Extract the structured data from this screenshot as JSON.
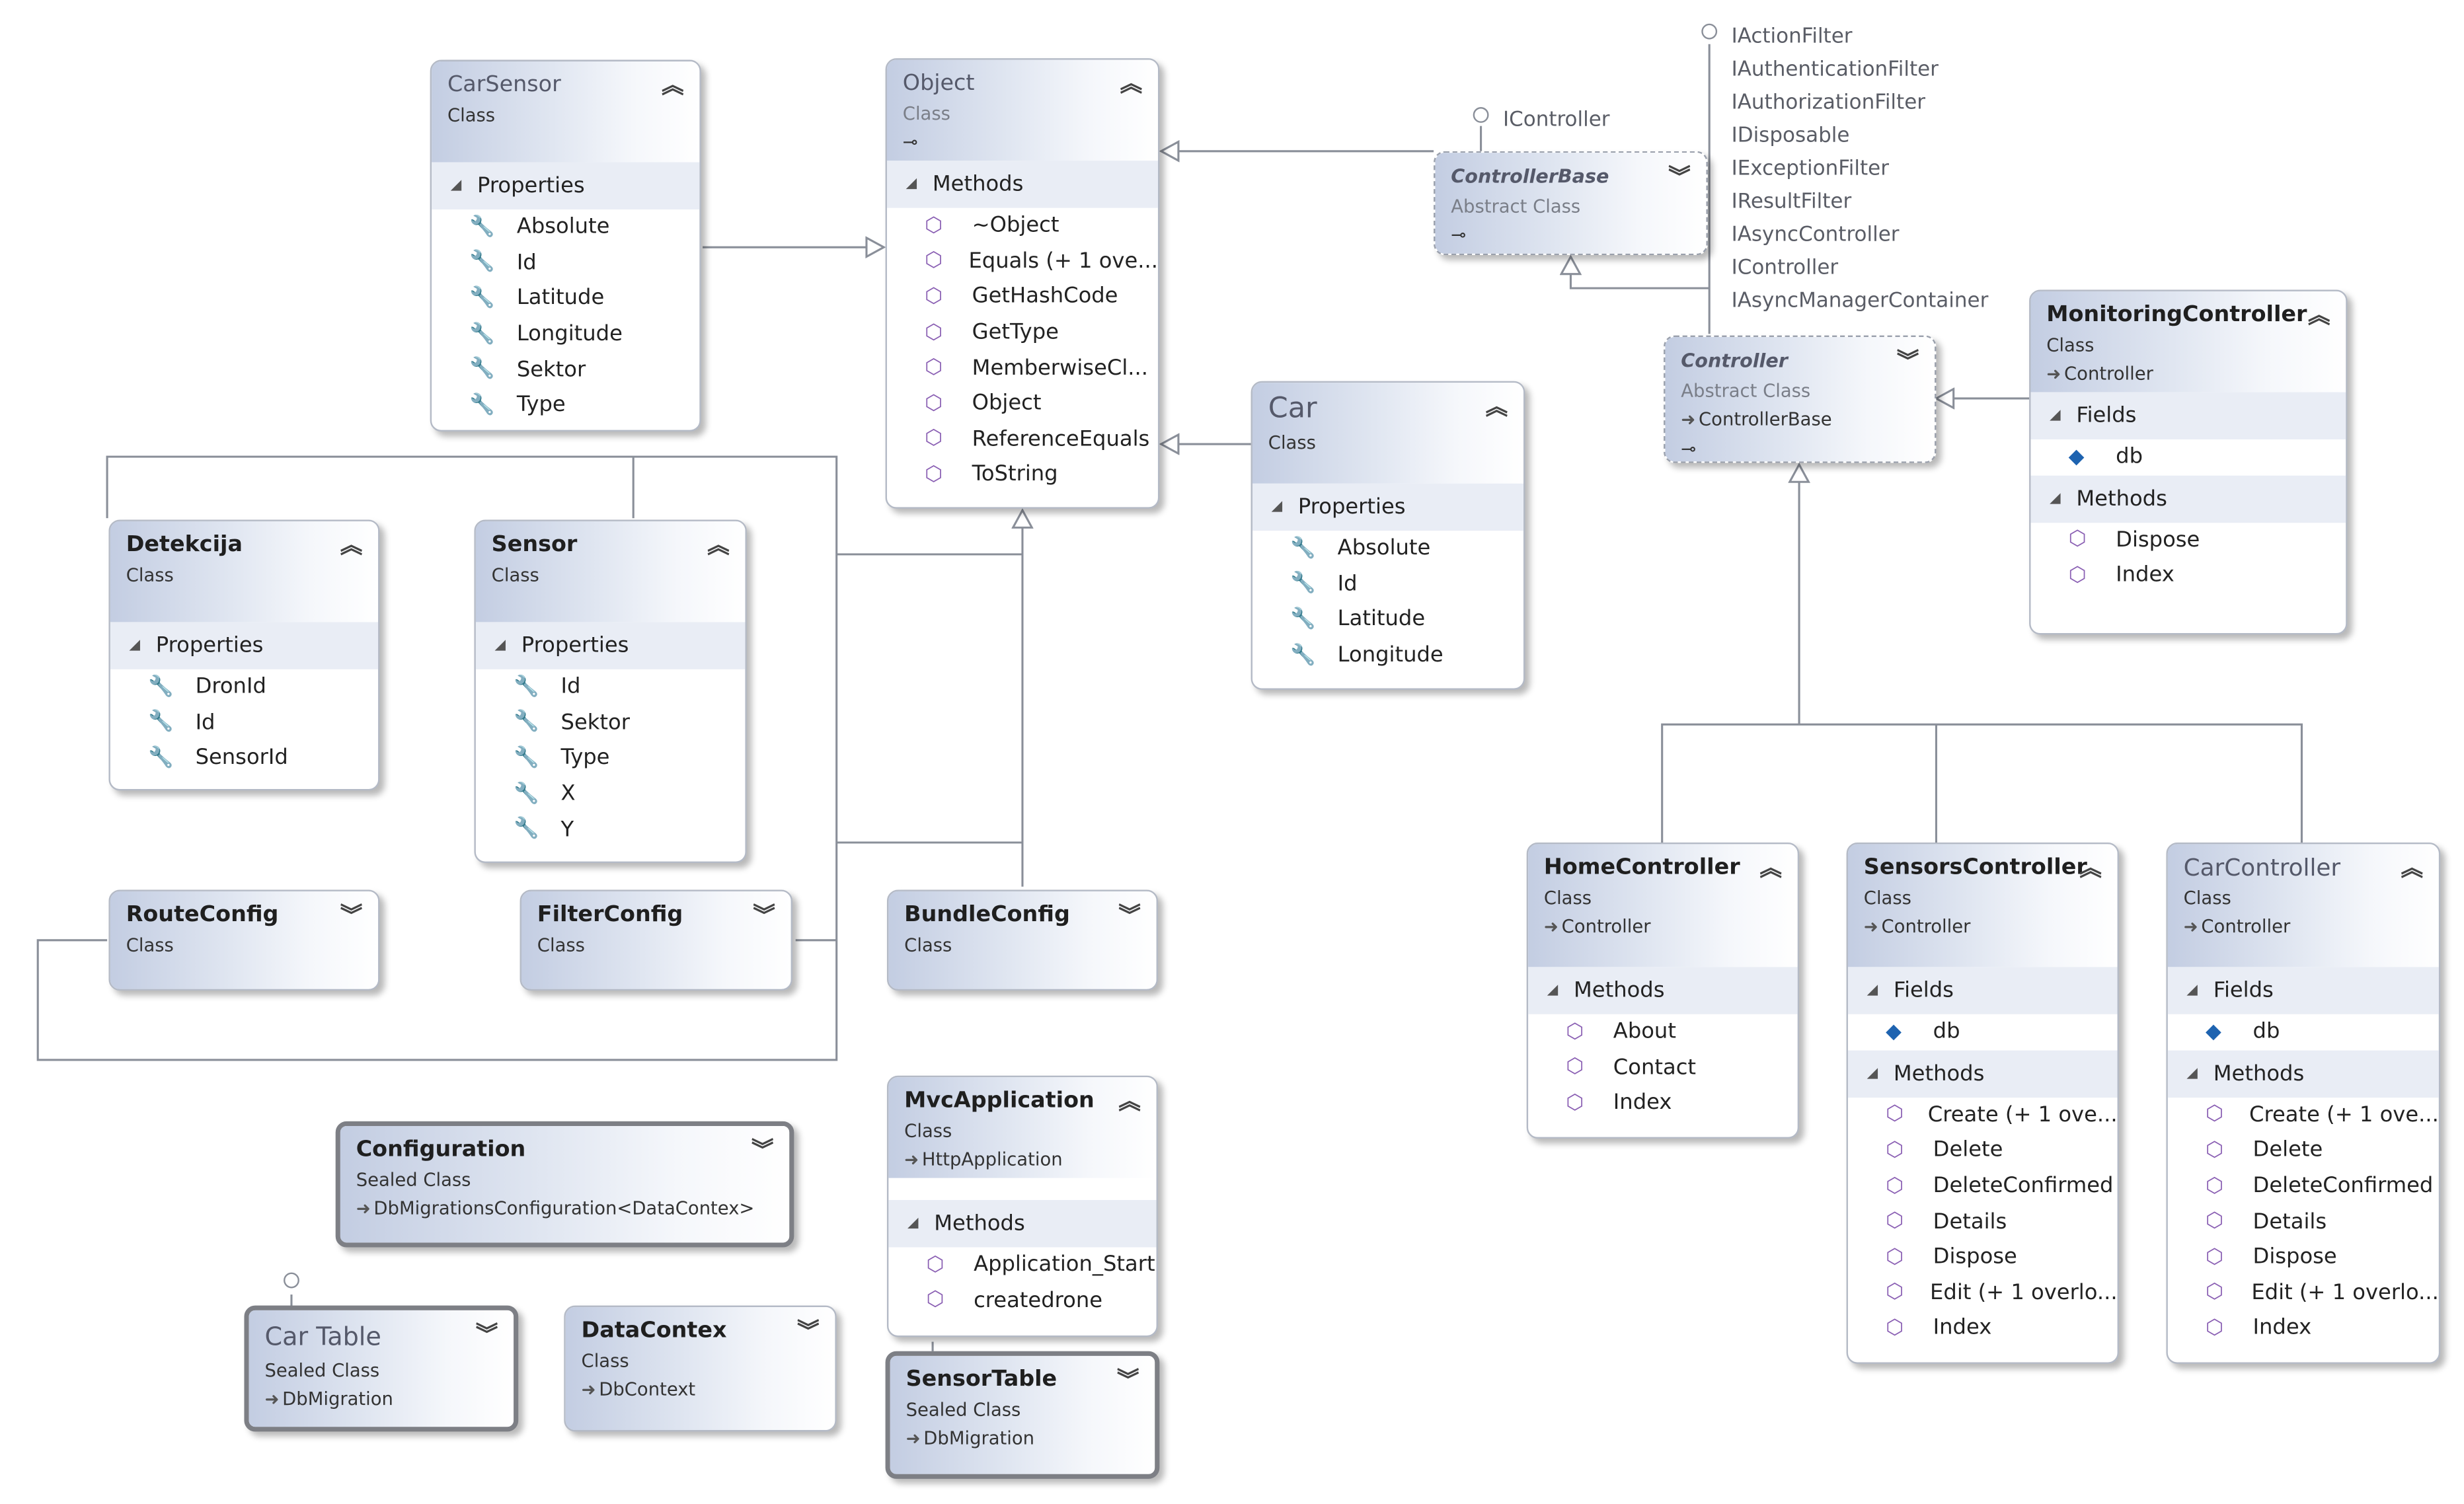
{
  "classes": {
    "carsensor": {
      "name": "CarSensor",
      "type": "Class",
      "sections": [
        {
          "label": "Properties",
          "members": [
            "Absolute",
            "Id",
            "Latitude",
            "Longitude",
            "Sektor",
            "Type"
          ]
        }
      ]
    },
    "object": {
      "name": "Object",
      "type": "Class",
      "sections": [
        {
          "label": "Methods",
          "members": [
            "~Object",
            "Equals (+ 1 ove...",
            "GetHashCode",
            "GetType",
            "MemberwiseCl...",
            "Object",
            "ReferenceEquals",
            "ToString"
          ]
        }
      ]
    },
    "controllerbase": {
      "name": "ControllerBase",
      "type": "Abstract Class"
    },
    "controller": {
      "name": "Controller",
      "type": "Abstract Class",
      "base": "ControllerBase"
    },
    "monitoring": {
      "name": "MonitoringController",
      "type": "Class",
      "base": "Controller",
      "sections": [
        {
          "label": "Fields",
          "members": [
            "db"
          ]
        },
        {
          "label": "Methods",
          "members": [
            "Dispose",
            "Index"
          ]
        }
      ]
    },
    "car": {
      "name": "Car",
      "type": "Class",
      "sections": [
        {
          "label": "Properties",
          "members": [
            "Absolute",
            "Id",
            "Latitude",
            "Longitude"
          ]
        }
      ]
    },
    "detekcija": {
      "name": "Detekcija",
      "type": "Class",
      "sections": [
        {
          "label": "Properties",
          "members": [
            "DronId",
            "Id",
            "SensorId"
          ]
        }
      ]
    },
    "sensor": {
      "name": "Sensor",
      "type": "Class",
      "sections": [
        {
          "label": "Properties",
          "members": [
            "Id",
            "Sektor",
            "Type",
            "X",
            "Y"
          ]
        }
      ]
    },
    "routeconfig": {
      "name": "RouteConfig",
      "type": "Class"
    },
    "filterconfig": {
      "name": "FilterConfig",
      "type": "Class"
    },
    "bundleconfig": {
      "name": "BundleConfig",
      "type": "Class"
    },
    "configuration": {
      "name": "Configuration",
      "type": "Sealed Class",
      "base": "DbMigrationsConfiguration<DataContex>"
    },
    "mvcapplication": {
      "name": "MvcApplication",
      "type": "Class",
      "base": "HttpApplication",
      "sections": [
        {
          "label": "Methods",
          "members": [
            "Application_Start",
            "createdrone"
          ]
        }
      ]
    },
    "cartable": {
      "name": "Car Table",
      "type": "Sealed Class",
      "base": "DbMigration"
    },
    "datacontex": {
      "name": "DataContex",
      "type": "Class",
      "base": "DbContext"
    },
    "sensortable": {
      "name": "SensorTable",
      "type": "Sealed Class",
      "base": "DbMigration"
    },
    "home": {
      "name": "HomeController",
      "type": "Class",
      "base": "Controller",
      "sections": [
        {
          "label": "Methods",
          "members": [
            "About",
            "Contact",
            "Index"
          ]
        }
      ]
    },
    "sensors": {
      "name": "SensorsController",
      "type": "Class",
      "base": "Controller",
      "sections": [
        {
          "label": "Fields",
          "members": [
            "db"
          ]
        },
        {
          "label": "Methods",
          "members": [
            "Create (+ 1 ove...",
            "Delete",
            "DeleteConfirmed",
            "Details",
            "Dispose",
            "Edit (+ 1 overlo...",
            "Index"
          ]
        }
      ]
    },
    "carcontroller": {
      "name": "CarController",
      "type": "Class",
      "base": "Controller",
      "sections": [
        {
          "label": "Fields",
          "members": [
            "db"
          ]
        },
        {
          "label": "Methods",
          "members": [
            "Create (+ 1 ove...",
            "Delete",
            "DeleteConfirmed",
            "Details",
            "Dispose",
            "Edit (+ 1 overlo...",
            "Index"
          ]
        }
      ]
    }
  },
  "interfaces": {
    "icontroller": "IController",
    "controller_list": [
      "IActionFilter",
      "IAuthenticationFilter",
      "IAuthorizationFilter",
      "IDisposable",
      "IExceptionFilter",
      "IResultFilter",
      "IAsyncController",
      "IController",
      "IAsyncManagerContainer"
    ]
  },
  "icons": {
    "property": "wrench-icon",
    "method": "method-cube-icon",
    "field": "field-icon",
    "expanded": "chevron-double-up-icon",
    "collapsed": "chevron-double-down-icon",
    "section": "triangle-icon",
    "inherit": "inheritance-arrow-icon"
  },
  "colors": {
    "header_gradient_start": "#c3cde2",
    "section_bg": "#e9edf5",
    "line": "#8a8f99",
    "method_icon": "#8a5fb3",
    "field_icon": "#1e63b0"
  }
}
